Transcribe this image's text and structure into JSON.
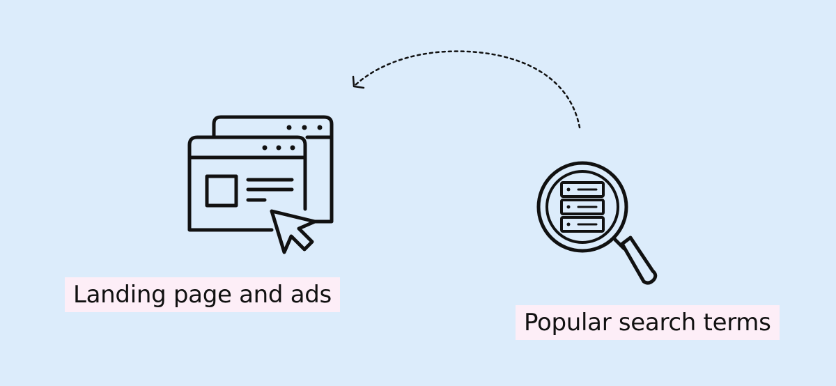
{
  "nodes": {
    "landing": {
      "label": "Landing page and ads",
      "icon": "browser-windows-cursor-icon"
    },
    "search": {
      "label": "Popular search terms",
      "icon": "magnifier-database-icon"
    }
  },
  "connector": {
    "from": "search",
    "to": "landing",
    "style": "dashed"
  },
  "colors": {
    "background": "#dcecfb",
    "label_background": "#fdeef7",
    "stroke": "#111111"
  }
}
